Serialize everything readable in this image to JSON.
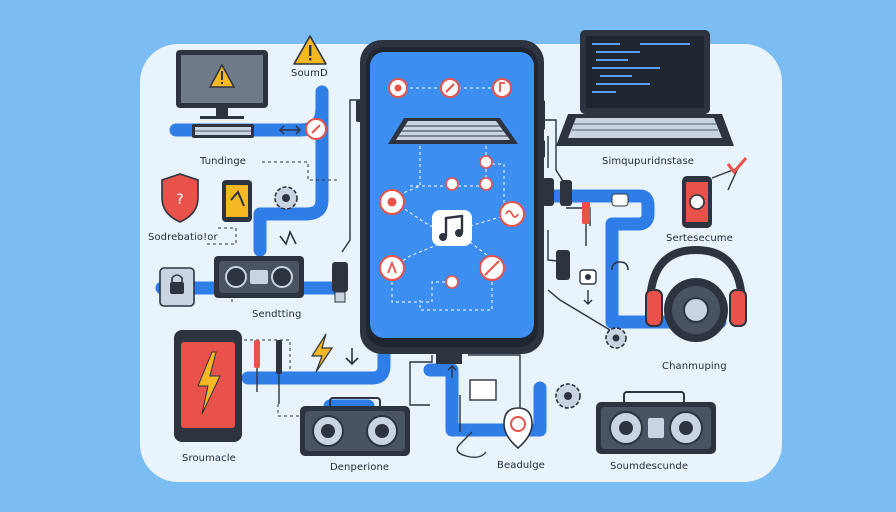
{
  "labels": {
    "sound": "SoumD",
    "tundinge": "Tundinge",
    "sodrebatio": "Sodrebatio!or",
    "sendtting": "Sendtting",
    "sroumacle": "Sroumacle",
    "denperione": "Denperione",
    "beadulge": "Beadulge",
    "soumdescunde": "Soumdescunde",
    "chanmuping": "Chanmuping",
    "sertesecume": "Sertesecume",
    "simquprdnstase": "Simqupuridnstase"
  },
  "colors": {
    "background": "#7bbcf2",
    "panel": "#e9f3fc",
    "pipe": "#2f7de6",
    "phone_screen": "#3c8ff0",
    "dark": "#2d3440",
    "accent": "#e8524a",
    "warning": "#f5b823"
  },
  "icons": {
    "center": "music-note-icon",
    "warning": "warning-icon"
  }
}
